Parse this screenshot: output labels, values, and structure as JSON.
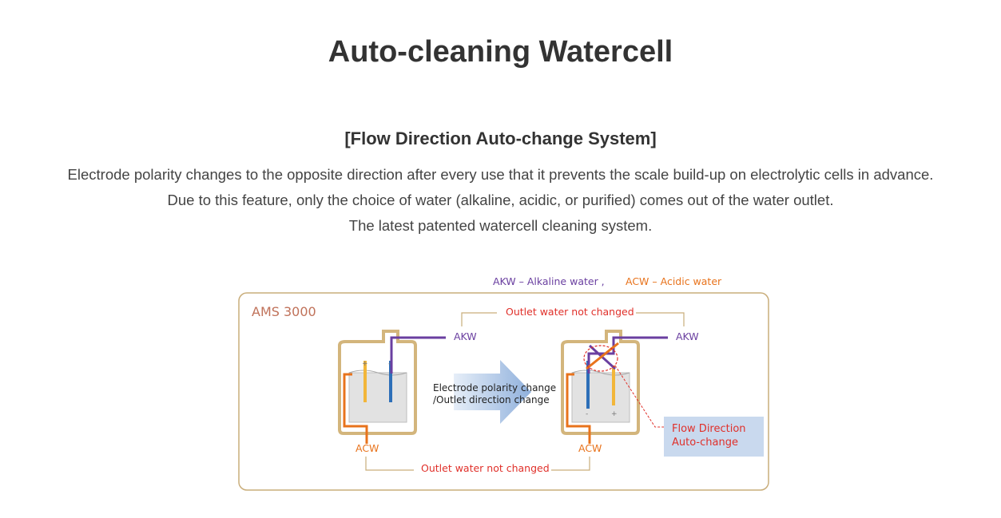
{
  "header": {
    "title": "Auto-cleaning Watercell",
    "subtitle": "[Flow Direction Auto-change System]",
    "description": [
      "Electrode polarity changes to the opposite direction after every use that it prevents the scale build-up on electrolytic cells in advance.",
      "Due to this feature, only the choice of water (alkaline, acidic, or purified) comes out of the water outlet.",
      "The latest patented watercell cleaning system."
    ]
  },
  "diagram": {
    "legend_akw": "AKW – Alkaline water ,",
    "legend_acw": "ACW – Acidic water",
    "model": "AMS 3000",
    "outlet_top": "Outlet water not changed",
    "outlet_bottom": "Outlet water not changed",
    "akw_left": "AKW",
    "akw_right": "AKW",
    "acw_left": "ACW",
    "acw_right": "ACW",
    "arrow_line1": "Electrode polarity change",
    "arrow_line2": "/Outlet direction change",
    "flow_line1": "Flow Direction",
    "flow_line2": "Auto-change",
    "plus": "+",
    "minus": "-"
  },
  "colors": {
    "akw_purple": "#6a3fa0",
    "acw_orange": "#e8731c",
    "frame_tan": "#c9ad7a",
    "red_text": "#e0302a",
    "model_text": "#c0725a",
    "yellow_electrode": "#f2b63a",
    "blue_electrode": "#2d6fb8",
    "arrow_blue": "#a9c3e3",
    "flow_box": "#c9d9ee"
  }
}
